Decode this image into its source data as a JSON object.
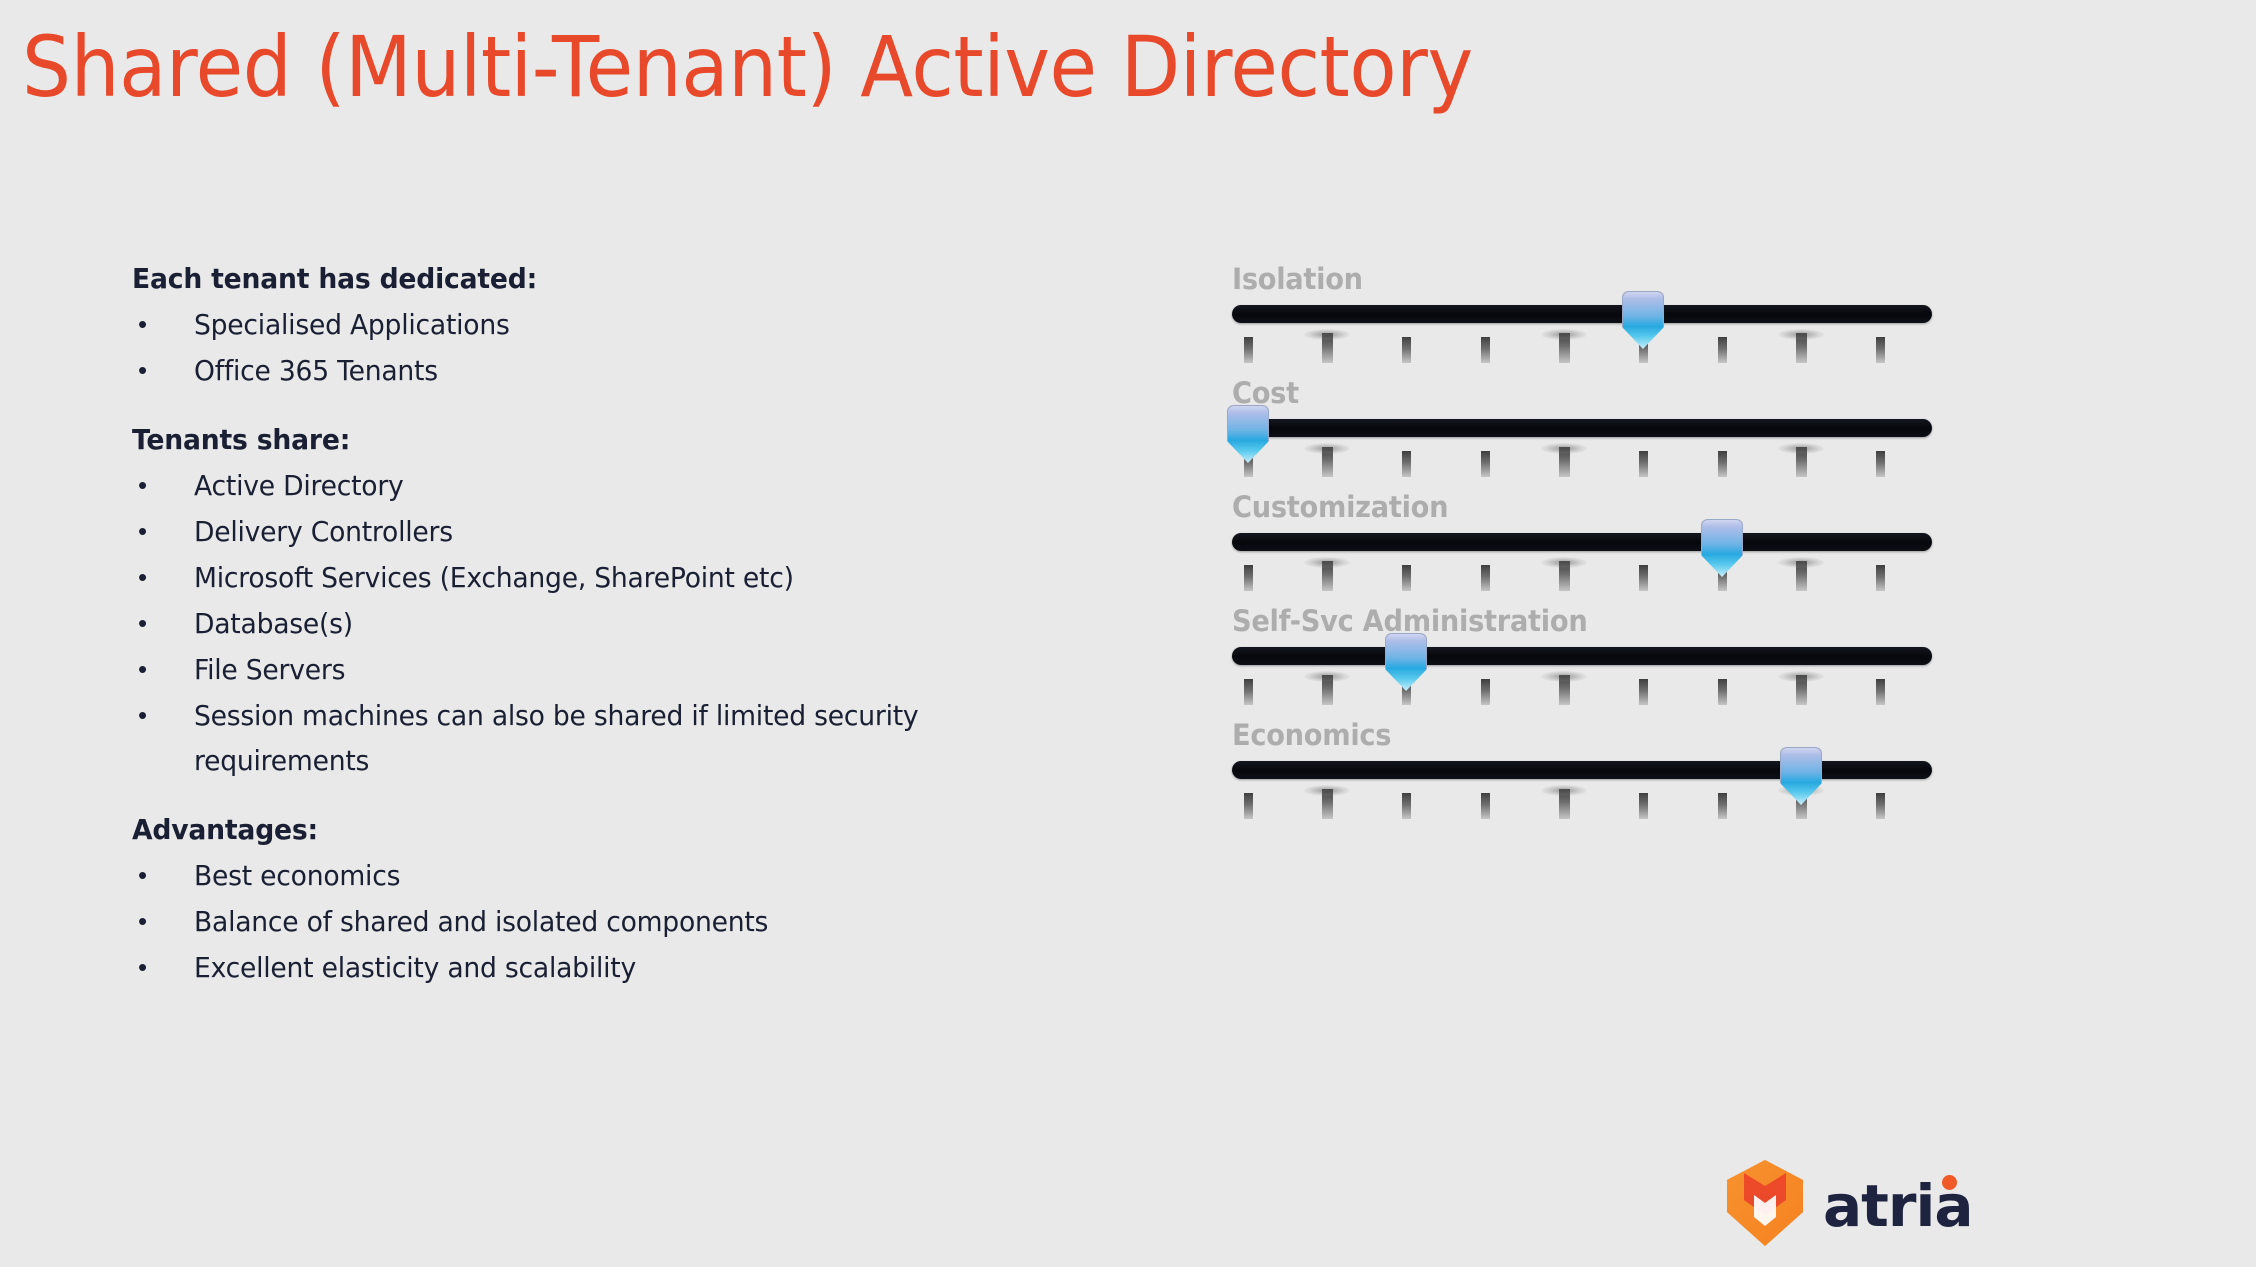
{
  "title": "Shared (Multi-Tenant) Active Directory",
  "theme": {
    "background": "#e9e9e9",
    "title_color": "#e8492b",
    "body_text_color": "#1a1f33",
    "slider_label_color": "#adadad",
    "slider_track_color": "#06070c",
    "marker_accent": "#27a8e0",
    "logo_orange": "#f58220",
    "logo_red": "#e8492b",
    "logo_navy": "#1e2340"
  },
  "content_blocks": [
    {
      "heading": "Each tenant has dedicated:",
      "bullet_char": "•",
      "items": [
        "Specialised Applications",
        "Office 365 Tenants"
      ]
    },
    {
      "heading": "Tenants share:",
      "bullet_char": "•",
      "items": [
        "Active Directory",
        "Delivery Controllers",
        "Microsoft Services (Exchange, SharePoint etc)",
        "Database(s)",
        "File Servers",
        "Session machines can also be shared if limited security requirements"
      ]
    },
    {
      "heading": "Advantages:",
      "bullet_char": "•",
      "items": [
        "Best economics",
        "Balance of shared and isolated components",
        "Excellent elasticity and scalability"
      ]
    }
  ],
  "sliders": {
    "scale_min": 1,
    "scale_max": 9,
    "tick_count": 9,
    "major_ticks": [
      2,
      5,
      8
    ],
    "items": [
      {
        "label": "Isolation",
        "value": 6
      },
      {
        "label": "Cost",
        "value": 1
      },
      {
        "label": "Customization",
        "value": 7
      },
      {
        "label": "Self-Svc Administration",
        "value": 3
      },
      {
        "label": "Economics",
        "value": 8
      }
    ]
  },
  "logo": {
    "wordmark": "atria",
    "mark_name": "atria-shield-mark"
  }
}
